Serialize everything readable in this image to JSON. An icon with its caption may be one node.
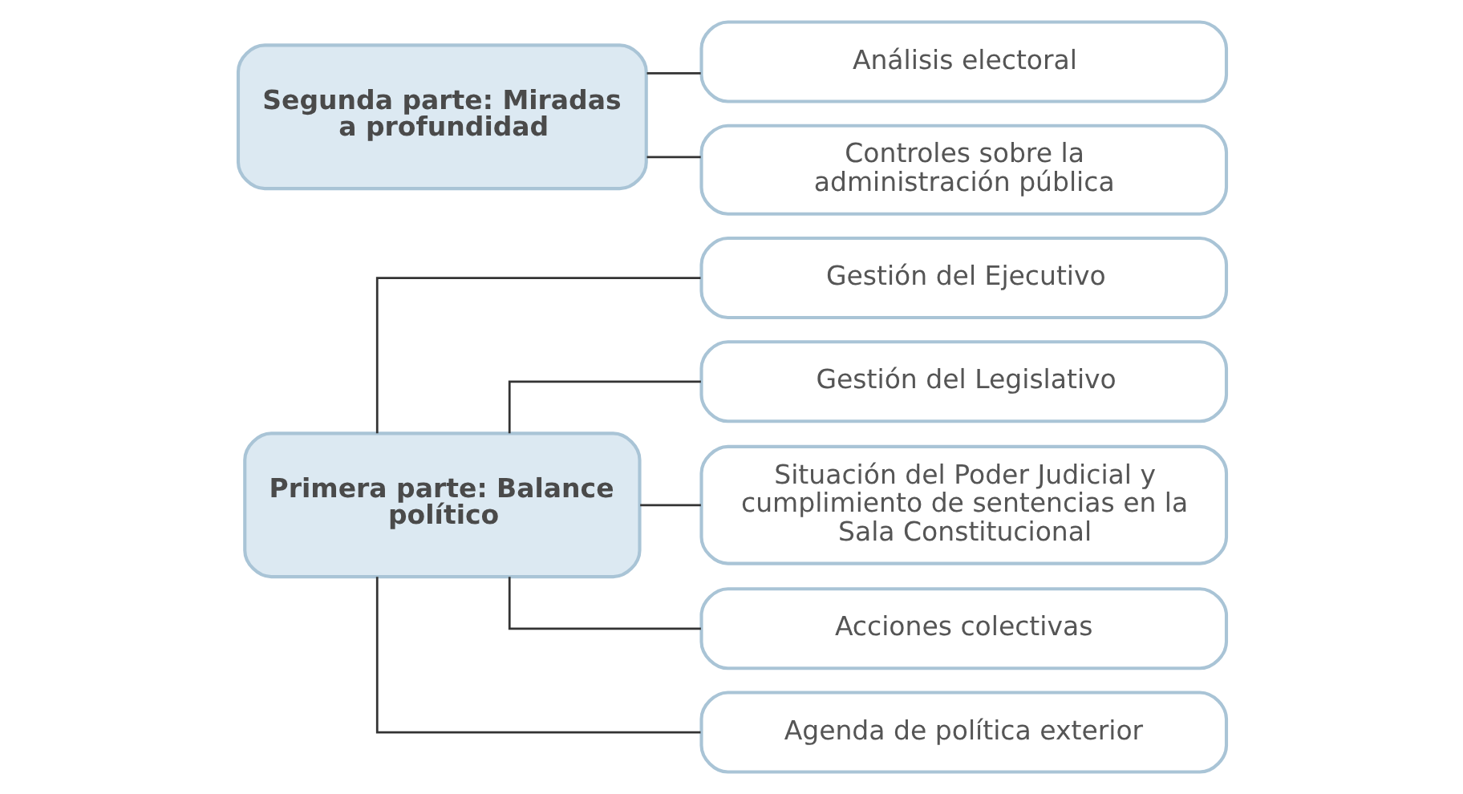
{
  "diagram": {
    "nodes": [
      {
        "text": [
          "Primera parte: Balance político"
        ]
      },
      {
        "text": [
          "Gestión del Ejecutivo"
        ]
      },
      {
        "text": [
          "Gestión del Legislativo"
        ]
      },
      {
        "text": [
          "Situación del Poder Judicial y cumplimiento de sentencias en la Sala Constitucional"
        ]
      },
      {
        "text": [
          "Acciones colectivas"
        ]
      },
      {
        "text": [
          "Agenda de política exterior"
        ]
      },
      {
        "text": [
          "Segunda parte: Miradas a profundidad"
        ]
      },
      {
        "text": [
          "Análisis electoral"
        ]
      },
      {
        "text": [
          "Controles sobre la administración pública"
        ]
      }
    ],
    "edges": [
      {
        "from": 0,
        "to": 1,
        "arrow": "none"
      },
      {
        "from": 0,
        "to": 2,
        "arrow": "none"
      },
      {
        "from": 0,
        "to": 3,
        "arrow": "none"
      },
      {
        "from": 0,
        "to": 4,
        "arrow": "none"
      },
      {
        "from": 0,
        "to": 5,
        "arrow": "none"
      },
      {
        "from": 6,
        "to": 7,
        "arrow": "none"
      },
      {
        "from": 6,
        "to": 8,
        "arrow": "none"
      }
    ]
  }
}
